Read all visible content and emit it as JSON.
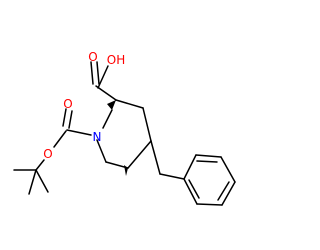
{
  "molecule": {
    "atoms": {
      "acid_o_carbonyl": "O",
      "acid_oh": "OH",
      "ring_n": "N",
      "boc_o_carbonyl": "O",
      "boc_o_ester": "O"
    },
    "colors": {
      "oxygen": "#ff0000",
      "nitrogen": "#0000ff",
      "bond": "#000000"
    }
  }
}
